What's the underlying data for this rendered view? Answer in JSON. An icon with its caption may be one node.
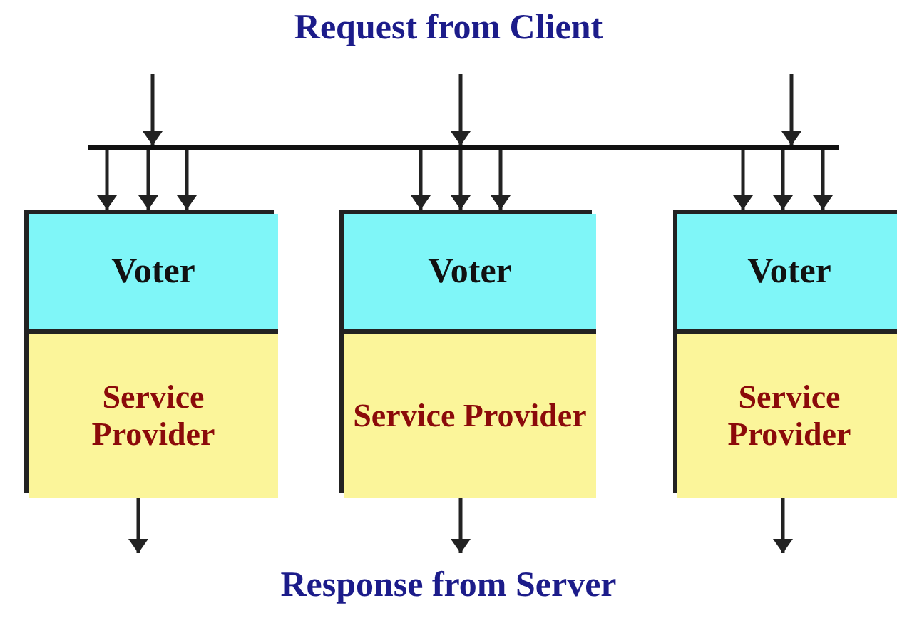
{
  "diagram": {
    "title": "Request from Client",
    "caption": "Response from Server",
    "nodes": [
      {
        "text": [],
        "shape": "bar"
      },
      {
        "text": [],
        "shape": "box"
      },
      {
        "text": [
          "Voter"
        ],
        "in": 1
      },
      {
        "text": [
          "Service Provider"
        ],
        "in": 1
      },
      {
        "text": [],
        "shape": "box"
      },
      {
        "text": [
          "Voter"
        ],
        "in": 4
      },
      {
        "text": [
          "Service Provider"
        ],
        "in": 4
      },
      {
        "text": [],
        "shape": "box"
      },
      {
        "text": [
          "Voter"
        ],
        "in": 7
      },
      {
        "text": [
          "Service Provider"
        ],
        "in": 7
      }
    ],
    "edges": [
      {
        "from": null,
        "to": 0,
        "arrow": "to"
      },
      {
        "from": null,
        "to": 0,
        "arrow": "to"
      },
      {
        "from": null,
        "to": 0,
        "arrow": "to"
      },
      {
        "from": 0,
        "to": 2,
        "arrow": "to"
      },
      {
        "from": 0,
        "to": 2,
        "arrow": "to"
      },
      {
        "from": 0,
        "to": 2,
        "arrow": "to"
      },
      {
        "from": 0,
        "to": 5,
        "arrow": "to"
      },
      {
        "from": 0,
        "to": 5,
        "arrow": "to"
      },
      {
        "from": 0,
        "to": 5,
        "arrow": "to"
      },
      {
        "from": 0,
        "to": 8,
        "arrow": "to"
      },
      {
        "from": 0,
        "to": 8,
        "arrow": "to"
      },
      {
        "from": 0,
        "to": 8,
        "arrow": "to"
      },
      {
        "from": 3,
        "to": null,
        "arrow": "to"
      },
      {
        "from": 6,
        "to": null,
        "arrow": "to"
      },
      {
        "from": 9,
        "to": null,
        "arrow": "to"
      }
    ]
  }
}
